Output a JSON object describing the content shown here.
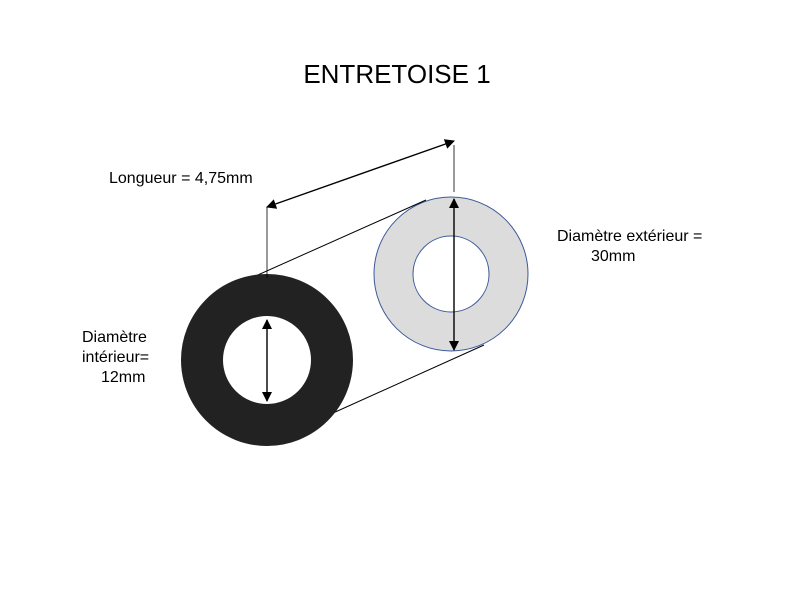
{
  "title": "ENTRETOISE 1",
  "labels": {
    "length": "Longueur = 4,75mm",
    "outer_line1": "Diamètre extérieur =",
    "outer_line2": "30mm",
    "inner_line1": "Diamètre",
    "inner_line2": "intérieur=",
    "inner_line3": "12mm"
  },
  "colors": {
    "front_ring": "#222222",
    "back_ring_fill": "#dcdcdc",
    "back_ring_stroke": "#3c5a9a",
    "lines": "#000000",
    "background": "#ffffff"
  }
}
